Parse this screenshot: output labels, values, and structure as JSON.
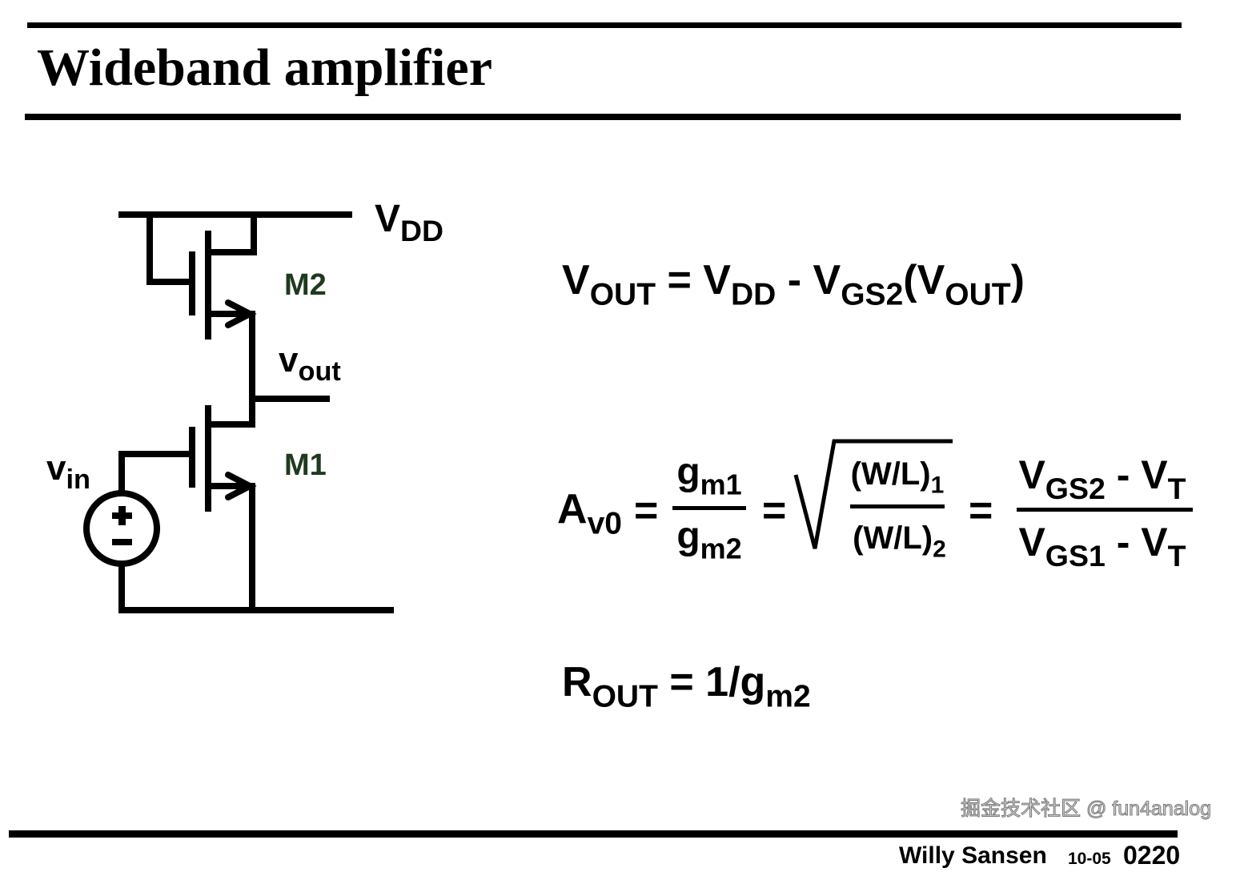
{
  "slide": {
    "title": "Wideband amplifier",
    "footer": {
      "author": "Willy Sansen",
      "chapter": "10-05",
      "page": "0220"
    },
    "watermark": "掘金技术社区 @ fun4analog"
  },
  "circuit": {
    "vdd": {
      "main": "V",
      "sub": "DD"
    },
    "m2": "M2",
    "m1": "M1",
    "vout": {
      "main": "v",
      "sub": "out"
    },
    "vin": {
      "main": "v",
      "sub": "in"
    },
    "source_plus": "+",
    "source_minus": "−",
    "label_color": "#1f3a1f"
  },
  "equations": {
    "eq1": {
      "a": "V",
      "a_sub": "OUT",
      "b": " = V",
      "b_sub": "DD",
      "c": " - V",
      "c_sub": "GS2",
      "d": "(V",
      "d_sub": "OUT",
      "e": ")"
    },
    "eq2": {
      "lhs": "A",
      "lhs_sub": "v0",
      "eq": "=",
      "num1": "g",
      "num1_sub": "m1",
      "den1": "g",
      "den1_sub": "m2",
      "eq_b": "=",
      "num2": "(W/L)",
      "num2_sub": "1",
      "den2": "(W/L)",
      "den2_sub": "2",
      "eq_c": "=",
      "num3": "V",
      "num3_sub": "GS2",
      "num3_rest": " - V",
      "num3_rest_sub": "T",
      "den3": "V",
      "den3_sub": "GS1",
      "den3_rest": " - V",
      "den3_rest_sub": "T"
    },
    "eq3": {
      "a": "R",
      "a_sub": "OUT",
      "b": " = 1/g",
      "b_sub": "m2"
    }
  }
}
